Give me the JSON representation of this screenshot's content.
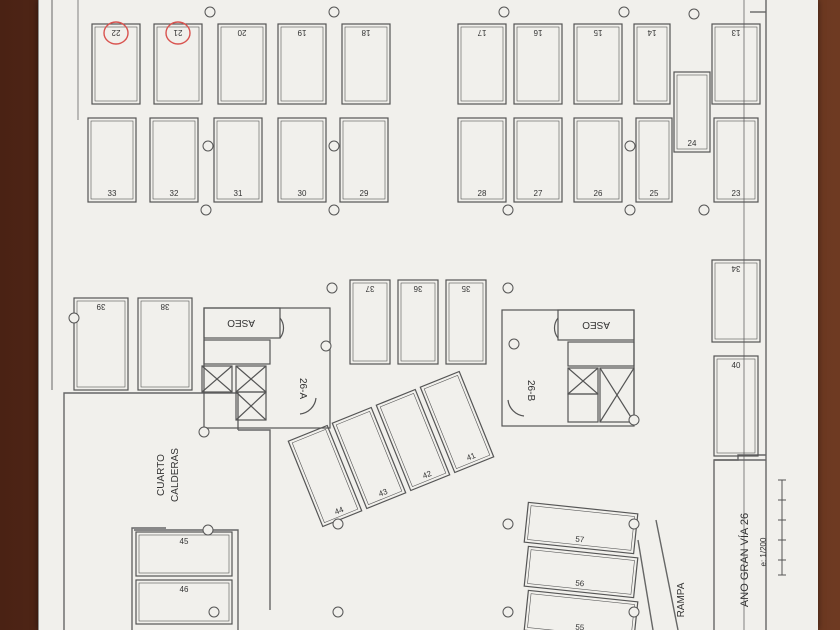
{
  "plan": {
    "rooms": {
      "aseo_a": "ASEO",
      "aseo_b": "ASEO",
      "core_a": "26-A",
      "core_b": "26-B",
      "boiler_1": "CUARTO",
      "boiler_2": "CALDERAS",
      "ramp": "RAMPA"
    },
    "title_block": {
      "street": "ANO GRAN VÍA 26",
      "scale": "e: 1/200"
    },
    "spaces": {
      "top_row_left": [
        "22",
        "21",
        "20",
        "19",
        "18"
      ],
      "top_row_right": [
        "17",
        "16",
        "15",
        "14",
        "13"
      ],
      "second_row_left": [
        "33",
        "32",
        "31",
        "30",
        "29"
      ],
      "second_row_right": [
        "28",
        "27",
        "26",
        "25"
      ],
      "side": [
        "24",
        "23",
        "34",
        "40"
      ],
      "left_pair": [
        "39",
        "38"
      ],
      "center": [
        "37",
        "36",
        "35"
      ],
      "diagonal": [
        "44",
        "43",
        "42",
        "41"
      ],
      "bottom_left": [
        "45",
        "46"
      ],
      "bottom_right": [
        "57",
        "56",
        "55"
      ]
    },
    "circled_spaces": [
      "22",
      "21"
    ],
    "colors": {
      "paper": "#f1f0ec",
      "line": "#555555",
      "circle_mark": "#d9534f"
    }
  }
}
